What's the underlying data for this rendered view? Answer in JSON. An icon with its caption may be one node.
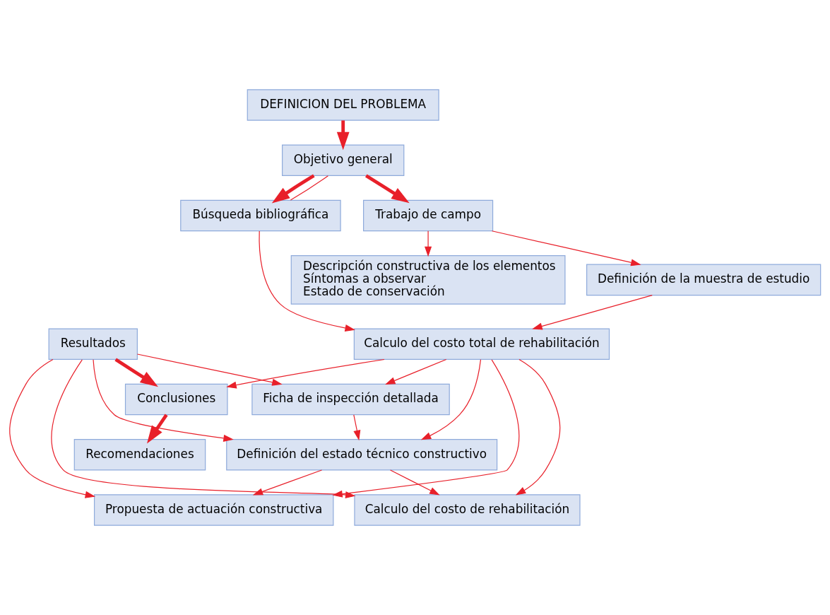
{
  "diagram": {
    "nodes": [
      {
        "text": [
          "DEFINICION DEL PROBLEMA"
        ]
      },
      {
        "text": [
          "Objetivo general"
        ]
      },
      {
        "text": [
          "Búsqueda bibliográfica"
        ]
      },
      {
        "text": [
          "Trabajo de campo"
        ]
      },
      {
        "text": [
          "Descripción constructiva de los elementos",
          "Síntomas a observar",
          "Estado de conservación"
        ]
      },
      {
        "text": [
          "Definición de la muestra de estudio"
        ]
      },
      {
        "text": [
          "Calculo del costo total de rehabilitación"
        ]
      },
      {
        "text": [
          "Ficha de inspección detallada"
        ]
      },
      {
        "text": [
          "Definición del estado técnico constructivo"
        ]
      },
      {
        "text": [
          "Propuesta de actuación constructiva"
        ]
      },
      {
        "text": [
          "Calculo del costo de rehabilitación"
        ]
      },
      {
        "text": [
          "Conclusiones"
        ]
      },
      {
        "text": [
          "Resultados"
        ]
      },
      {
        "text": [
          "Recomendaciones"
        ]
      }
    ],
    "edges": [
      {
        "from": 0,
        "to": 1,
        "arrow": "to",
        "style": "thick"
      },
      {
        "from": 1,
        "to": 2,
        "arrow": "to",
        "style": "thick"
      },
      {
        "from": 1,
        "to": 3,
        "arrow": "to",
        "style": "thick"
      },
      {
        "from": 2,
        "to": 1,
        "arrow": "none"
      },
      {
        "from": 2,
        "to": 6,
        "arrow": "to"
      },
      {
        "from": 3,
        "to": 4,
        "arrow": "to"
      },
      {
        "from": 3,
        "to": 5,
        "arrow": "to"
      },
      {
        "from": 5,
        "to": 6,
        "arrow": "to"
      },
      {
        "from": 6,
        "to": 7,
        "arrow": "to"
      },
      {
        "from": 6,
        "to": 8,
        "arrow": "to"
      },
      {
        "from": 6,
        "to": 9,
        "arrow": "to"
      },
      {
        "from": 6,
        "to": 10,
        "arrow": "to"
      },
      {
        "from": 7,
        "to": 8,
        "arrow": "to"
      },
      {
        "from": 8,
        "to": 9,
        "arrow": "to"
      },
      {
        "from": 8,
        "to": 10,
        "arrow": "to"
      },
      {
        "from": 12,
        "to": 7,
        "arrow": "to"
      },
      {
        "from": 12,
        "to": 8,
        "arrow": "to"
      },
      {
        "from": 12,
        "to": 9,
        "arrow": "to"
      },
      {
        "from": 12,
        "to": 10,
        "arrow": "to"
      },
      {
        "from": 6,
        "to": 11,
        "arrow": "to"
      },
      {
        "from": 12,
        "to": 11,
        "arrow": "to",
        "style": "thick"
      },
      {
        "from": 11,
        "to": 13,
        "arrow": "to",
        "style": "thick"
      }
    ]
  }
}
